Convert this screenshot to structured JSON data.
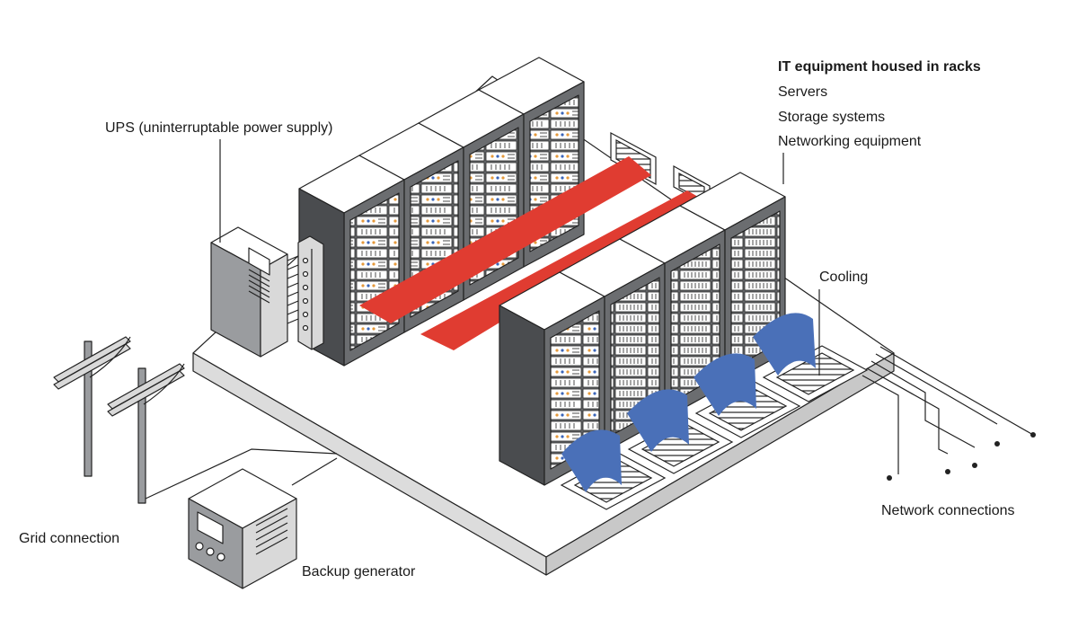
{
  "labels": {
    "ups": "UPS (uninterruptable power supply)",
    "it_title": "IT equipment housed in racks",
    "it_items": [
      "Servers",
      "Storage systems",
      "Networking equipment"
    ],
    "cooling": "Cooling",
    "network": "Network connections",
    "grid": "Grid connection",
    "generator": "Backup generator"
  },
  "colors": {
    "hot_aisle": "#e03c31",
    "cool_air": "#4a70b8",
    "rack_body": "#6b6d70",
    "rack_dark": "#4a4c4f",
    "floor": "#eeeeee",
    "led_orange": "#e59a3c",
    "led_blue": "#3a64b8"
  }
}
